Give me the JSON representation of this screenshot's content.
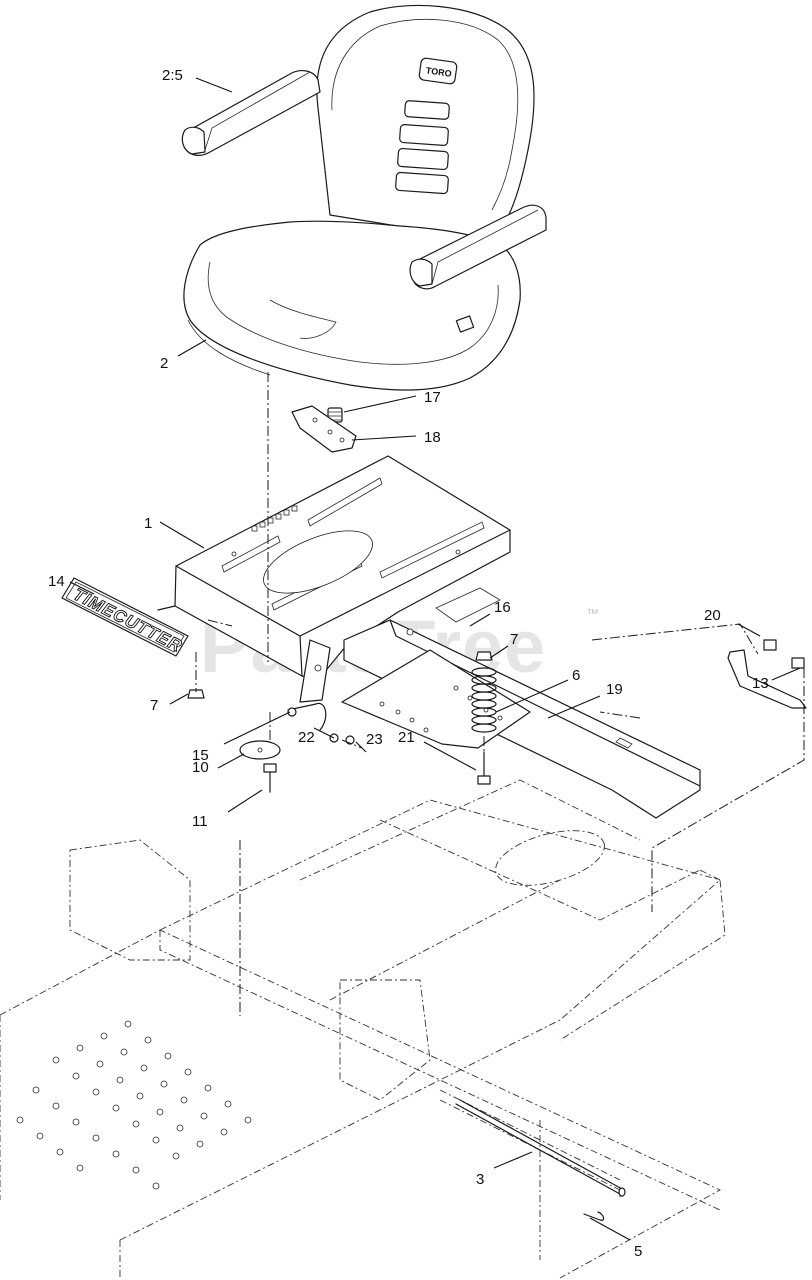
{
  "watermark": {
    "text": "PartsTree",
    "trademark": "™"
  },
  "decal_text": "TIMECUTTER",
  "seat_logo": "TORO",
  "callouts": [
    {
      "id": "c-2-5",
      "label": "2:5"
    },
    {
      "id": "c-2",
      "label": "2"
    },
    {
      "id": "c-17",
      "label": "17"
    },
    {
      "id": "c-18",
      "label": "18"
    },
    {
      "id": "c-1",
      "label": "1"
    },
    {
      "id": "c-14",
      "label": "14"
    },
    {
      "id": "c-16",
      "label": "16"
    },
    {
      "id": "c-7a",
      "label": "7"
    },
    {
      "id": "c-6",
      "label": "6"
    },
    {
      "id": "c-19",
      "label": "19"
    },
    {
      "id": "c-20",
      "label": "20"
    },
    {
      "id": "c-13",
      "label": "13"
    },
    {
      "id": "c-7b",
      "label": "7"
    },
    {
      "id": "c-15",
      "label": "15"
    },
    {
      "id": "c-22",
      "label": "22"
    },
    {
      "id": "c-23",
      "label": "23"
    },
    {
      "id": "c-21",
      "label": "21"
    },
    {
      "id": "c-10",
      "label": "10"
    },
    {
      "id": "c-11",
      "label": "11"
    },
    {
      "id": "c-3",
      "label": "3"
    },
    {
      "id": "c-5",
      "label": "5"
    }
  ]
}
